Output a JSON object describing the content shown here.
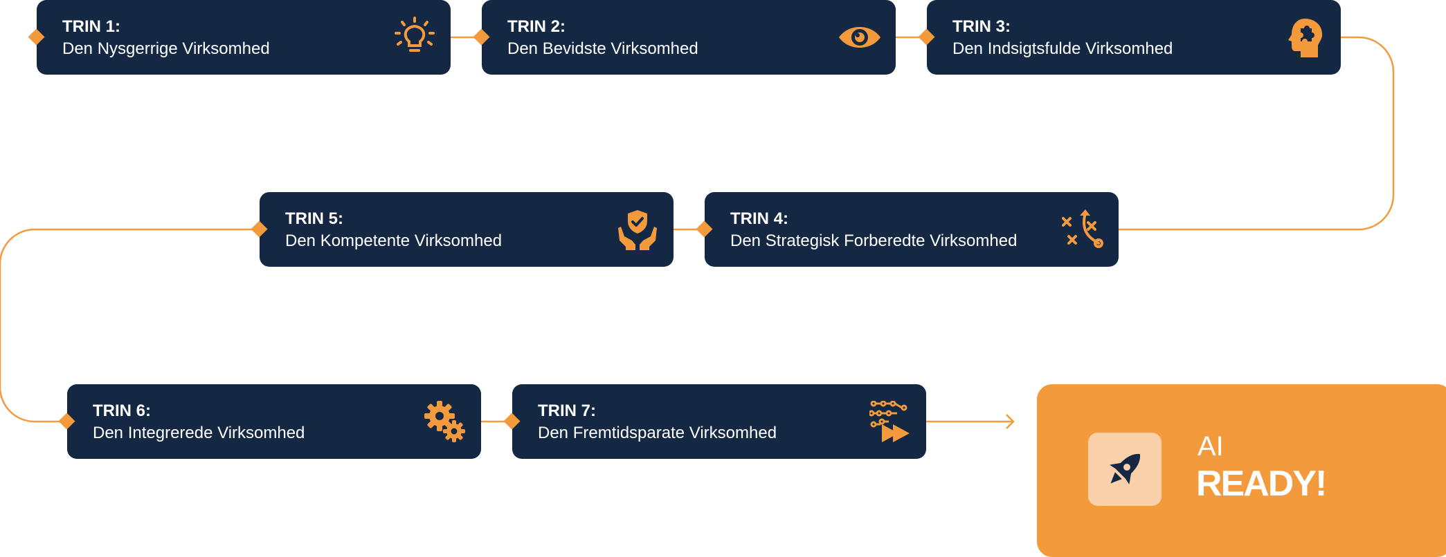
{
  "colors": {
    "navy": "#142843",
    "orange": "#f39a3d",
    "light_orange": "#fbd1ac",
    "white": "#ffffff"
  },
  "steps": [
    {
      "number": "TRIN 1:",
      "name": "Den Nysgerrige Virksomhed",
      "icon": "lightbulb-icon"
    },
    {
      "number": "TRIN 2:",
      "name": "Den Bevidste Virksomhed",
      "icon": "eye-icon"
    },
    {
      "number": "TRIN 3:",
      "name": "Den Indsigtsfulde Virksomhed",
      "icon": "head-puzzle-icon"
    },
    {
      "number": "TRIN 4:",
      "name": "Den Strategisk Forberedte Virksomhed",
      "icon": "strategy-play-icon"
    },
    {
      "number": "TRIN 5:",
      "name": "Den Kompetente Virksomhed",
      "icon": "hands-shield-icon"
    },
    {
      "number": "TRIN 6:",
      "name": "Den Integrerede Virksomhed",
      "icon": "gears-icon"
    },
    {
      "number": "TRIN 7:",
      "name": "Den Fremtidsparate Virksomhed",
      "icon": "circuit-forward-icon"
    }
  ],
  "result": {
    "line1": "AI",
    "line2": "READY!",
    "icon": "rocket-icon"
  }
}
